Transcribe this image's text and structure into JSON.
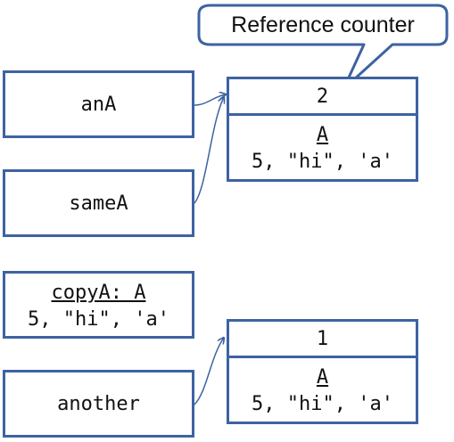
{
  "variables": {
    "anA": "anA",
    "sameA": "sameA",
    "another": "another"
  },
  "copy_object": {
    "title": "copyA: A",
    "values": "5, \"hi\", 'a'"
  },
  "shared_object_1": {
    "count": "2",
    "type": "A",
    "values": "5, \"hi\", 'a'"
  },
  "shared_object_2": {
    "count": "1",
    "type": "A",
    "values": "5, \"hi\", 'a'"
  },
  "callout": {
    "label": "Reference counter"
  },
  "colors": {
    "stroke": "#3d63a2",
    "text": "#111111"
  }
}
